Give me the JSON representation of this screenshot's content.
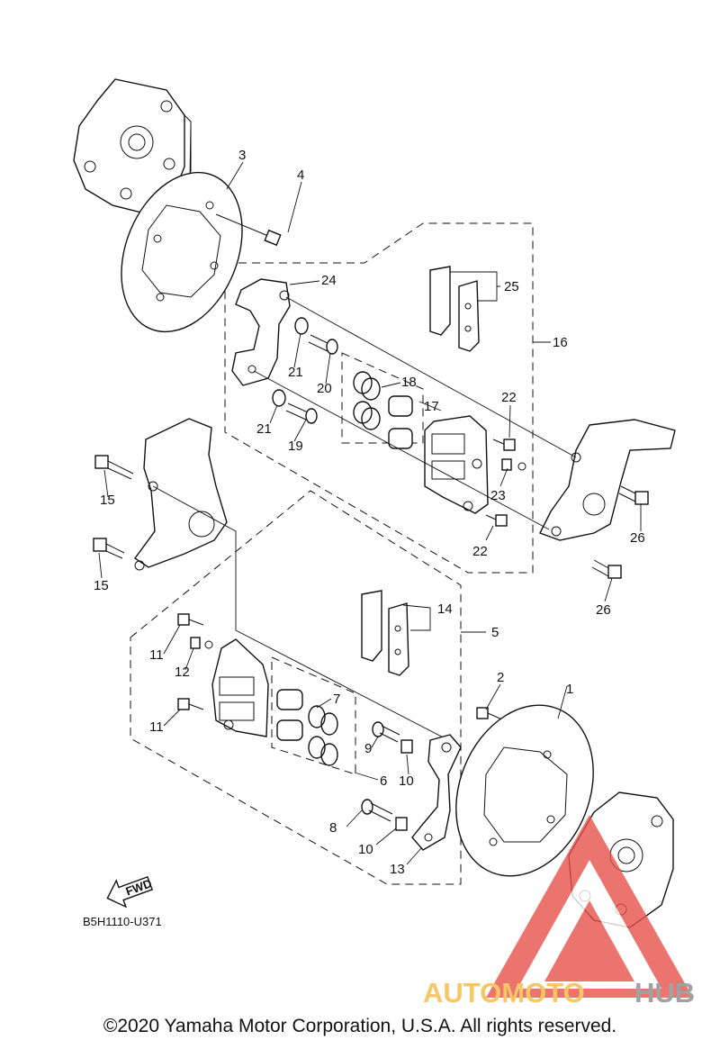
{
  "diagram_code": "B5H1110-U371",
  "direction_label": "FWD",
  "copyright": "©2020 Yamaha Motor Corporation, U.S.A. All rights reserved.",
  "watermark": {
    "part1": "AUTOMOTO",
    "part2": "HUB",
    "color1": "#f4b942",
    "color2": "#8a8a8a",
    "triangle_color": "#e8524a"
  },
  "callouts": [
    "1",
    "2",
    "3",
    "4",
    "5",
    "6",
    "7",
    "8",
    "9",
    "10",
    "10",
    "11",
    "11",
    "12",
    "13",
    "14",
    "15",
    "15",
    "16",
    "17",
    "18",
    "19",
    "20",
    "21",
    "21",
    "22",
    "22",
    "23",
    "24",
    "25",
    "26",
    "26"
  ]
}
